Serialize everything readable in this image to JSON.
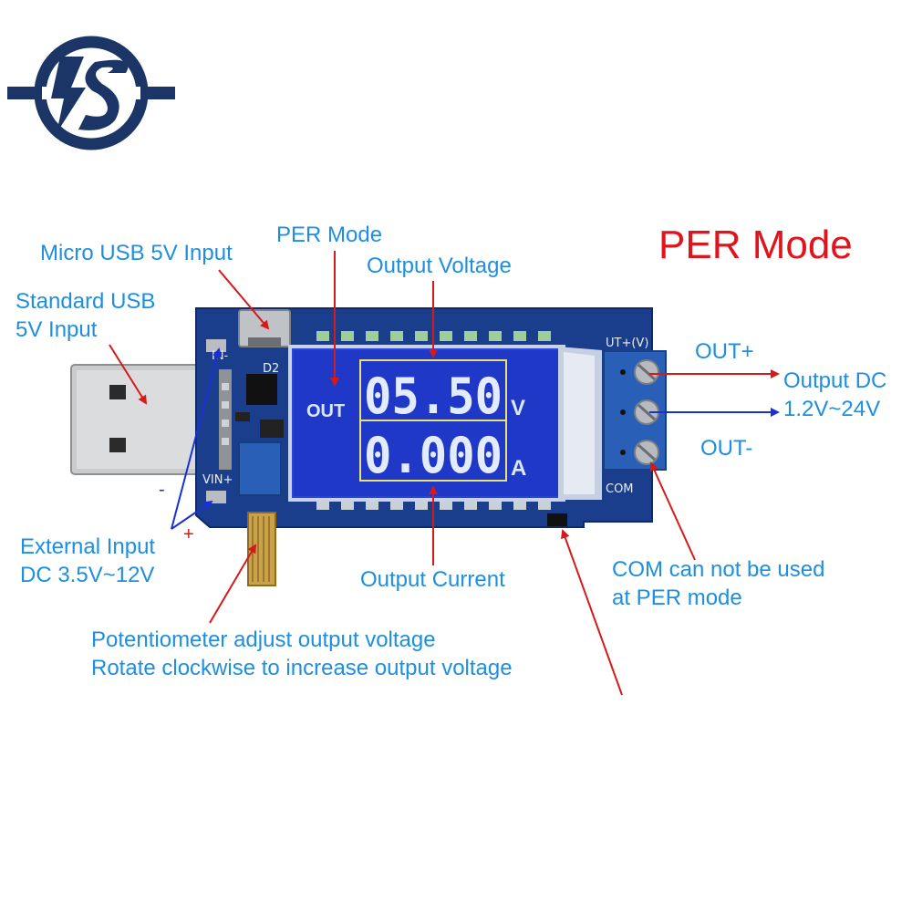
{
  "title": "PER Mode",
  "labels": {
    "micro_usb": "Micro USB 5V Input",
    "per_mode": "PER Mode",
    "output_voltage": "Output Voltage",
    "standard_usb_l1": "Standard USB",
    "standard_usb_l2": "5V Input",
    "out_plus": "OUT+",
    "output_dc_l1": "Output DC",
    "output_dc_l2": "1.2V~24V",
    "out_minus": "OUT-",
    "external_input_l1": "External Input",
    "external_input_l2": "DC 3.5V~12V",
    "output_current": "Output Current",
    "com_note_l1": "COM can not be used",
    "com_note_l2": "at PER mode",
    "pot_l1": "Potentiometer adjust output voltage",
    "pot_l2": "Rotate clockwise to increase output voltage",
    "minus_sign": "-",
    "plus_sign": "+"
  },
  "board": {
    "lcd_out": "OUT",
    "lcd_voltage": "05.50",
    "lcd_voltage_unit": "V",
    "lcd_current": "0.000",
    "lcd_current_unit": "A",
    "silk_vin_minus": "IN-",
    "silk_vin_plus": "VIN+",
    "silk_d2": "D2",
    "silk_out_plus": "UT+(V)",
    "silk_com": "COM"
  },
  "colors": {
    "callout_text": "#1e8fe0",
    "title_text": "#e0141c",
    "arrow_red": "#d61a1a",
    "arrow_blue": "#1a2fd6",
    "pcb": "#1a3d8c",
    "lcd": "#2038c8",
    "terminal": "#2a5fb8",
    "logo": "#1b3566"
  },
  "icons": [
    "brand-logo-icon"
  ]
}
